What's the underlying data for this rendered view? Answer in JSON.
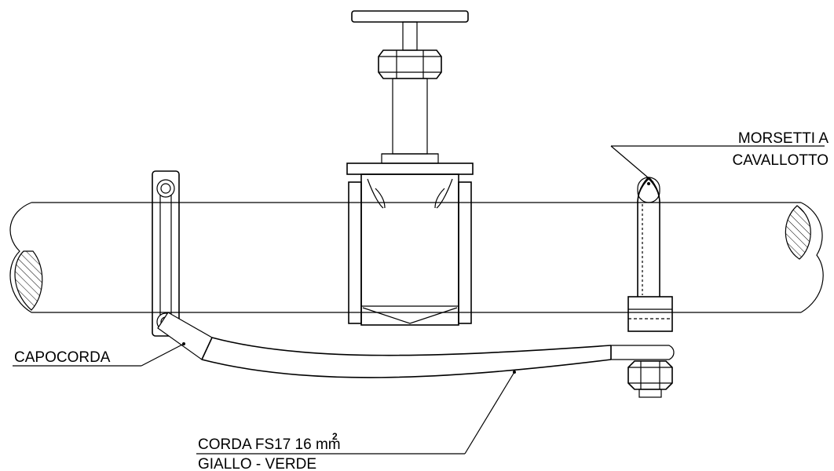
{
  "labels": {
    "morsetti_line1": "MORSETTI A",
    "morsetti_line2": "CAVALLOTTO",
    "capocorda": "CAPOCORDA",
    "corda_line1": "CORDA FS17 16 mm",
    "corda_superscript": "2",
    "corda_line2": "GIALLO - VERDE"
  }
}
